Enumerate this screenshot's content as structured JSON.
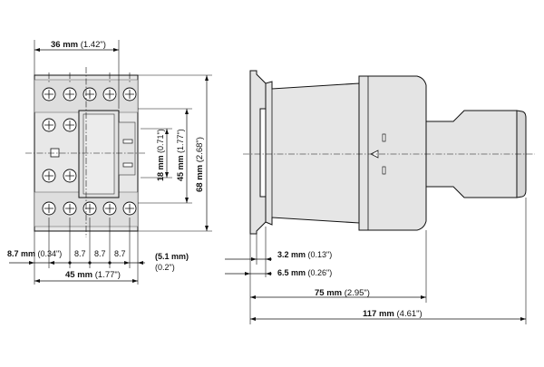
{
  "front_view": {
    "width_top": {
      "value": "36 mm",
      "alt": "(1.42\")"
    },
    "pitch_left": {
      "value": "8.7 mm",
      "alt": "(0.34\")"
    },
    "pitches": [
      "8.7",
      "8.7",
      "8.7"
    ],
    "edge_right": {
      "value": "(5.1 mm)",
      "alt": "(0.2\")"
    },
    "width_bottom": {
      "value": "45 mm",
      "alt": "(1.77\")"
    },
    "height_small": {
      "value": "18 mm",
      "alt": "(0.71\")"
    },
    "height_mid": {
      "value": "45 mm",
      "alt": "(1.77\")"
    },
    "height_total": {
      "value": "68 mm",
      "alt": "(2.68\")"
    }
  },
  "side_view": {
    "depth_1": {
      "value": "3.2 mm",
      "alt": "(0.13\")"
    },
    "depth_2": {
      "value": "6.5 mm",
      "alt": "(0.26\")"
    },
    "depth_3": {
      "value": "75 mm",
      "alt": "(2.95\")"
    },
    "depth_total": {
      "value": "117 mm",
      "alt": "(4.61\")"
    }
  }
}
